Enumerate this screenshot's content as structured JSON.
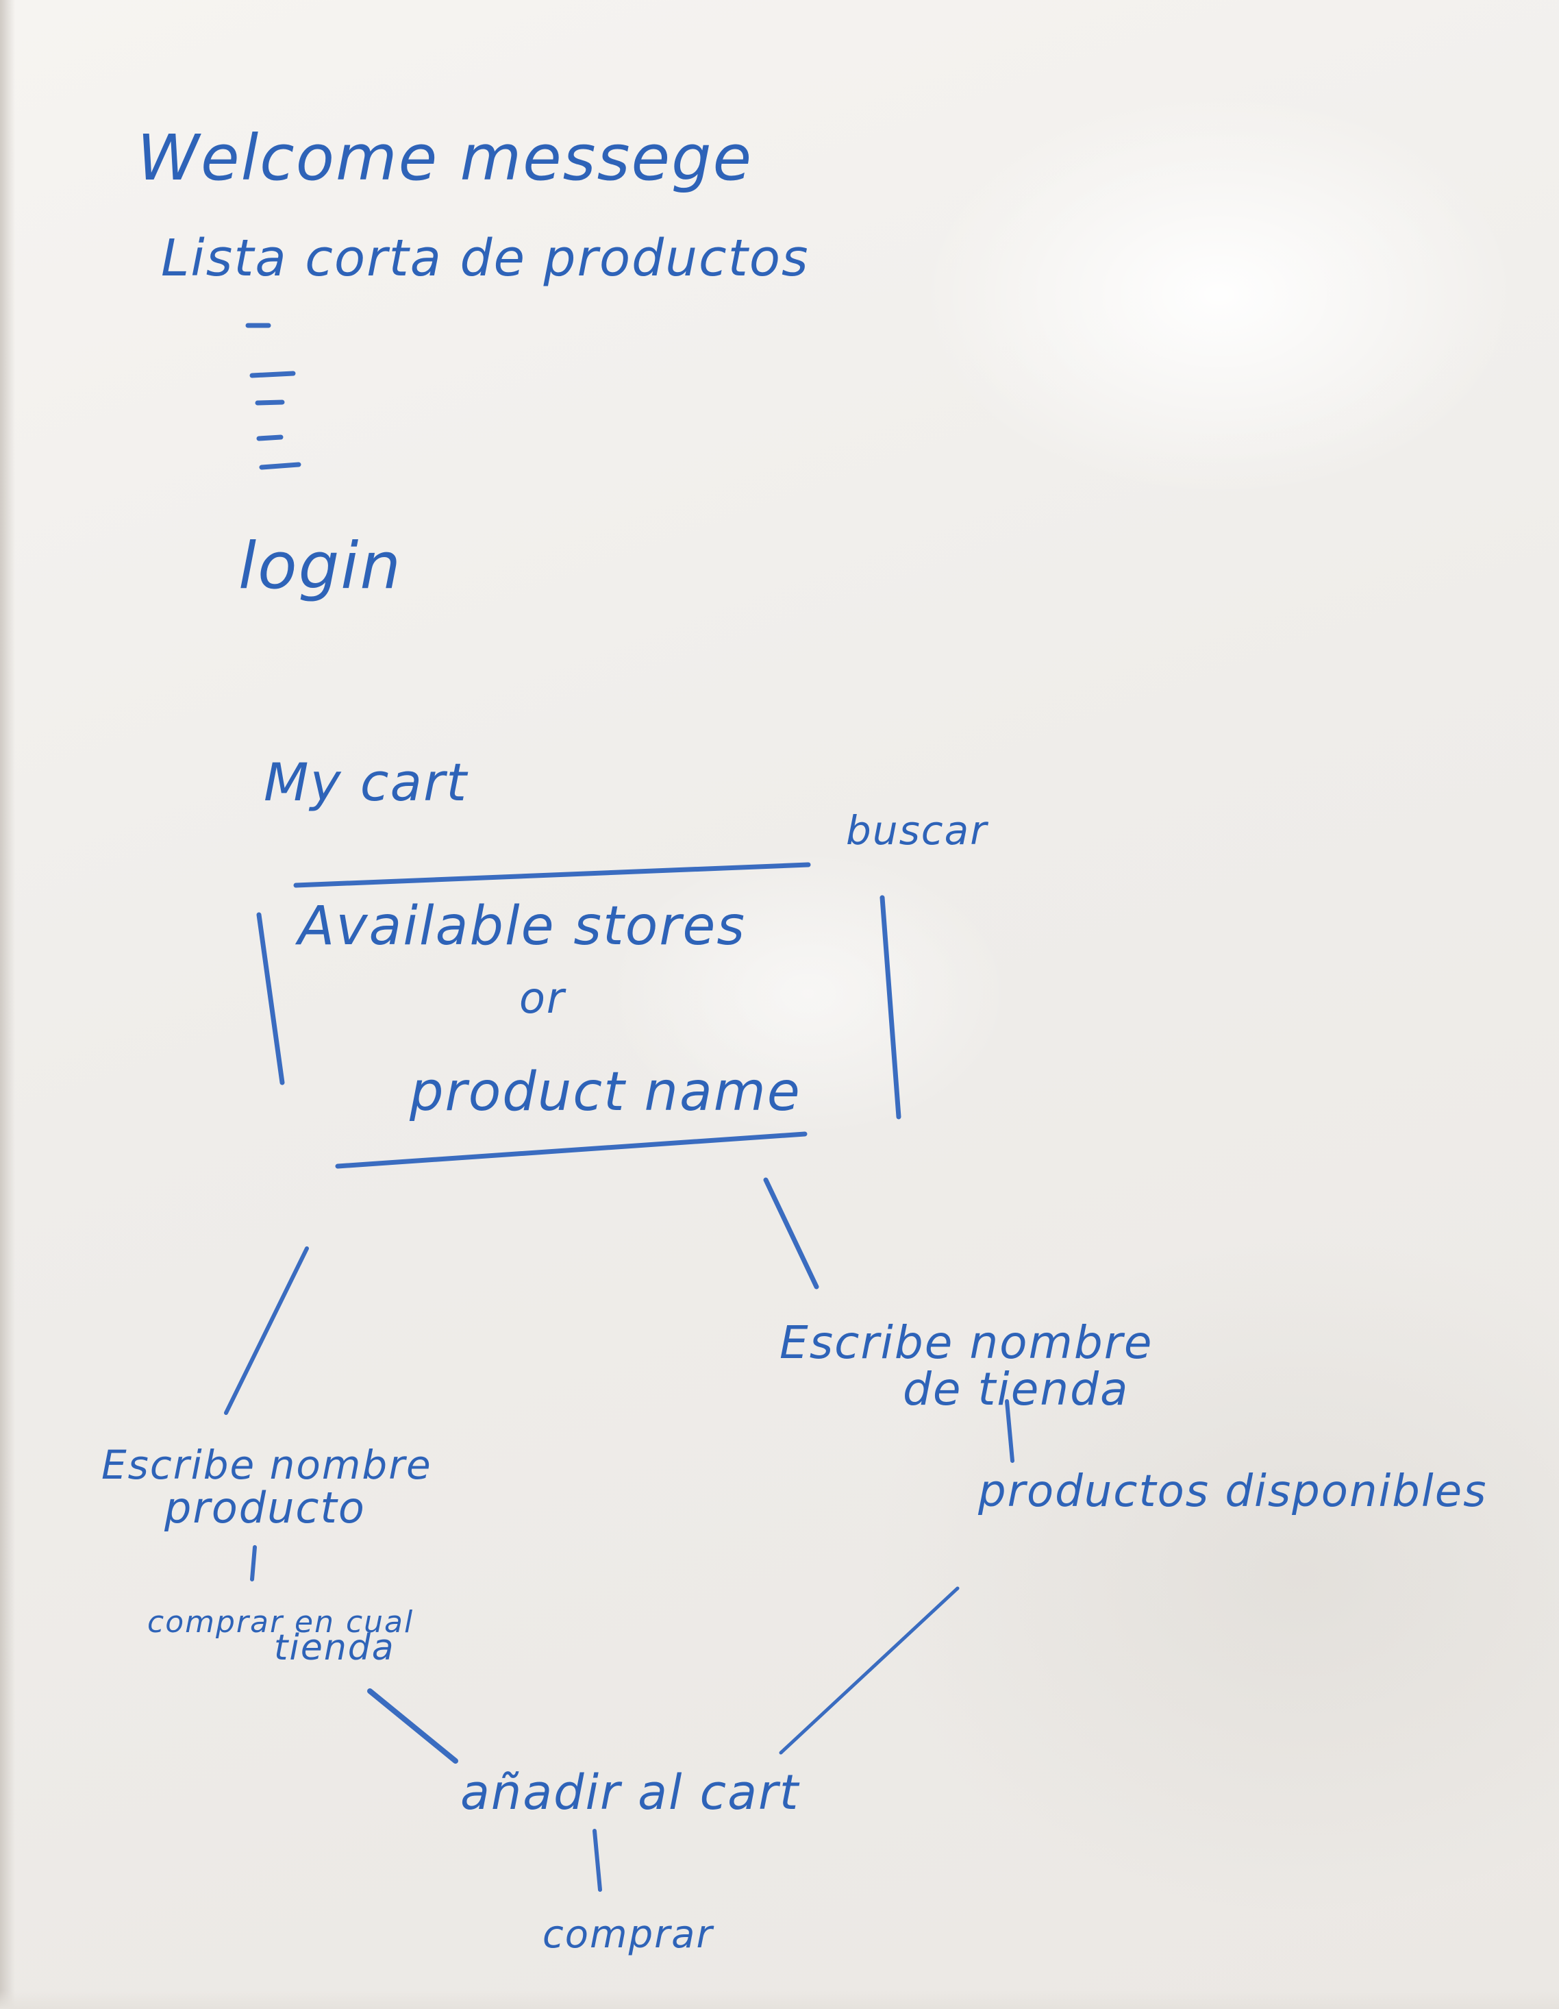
{
  "screen": {
    "welcome": "Welcome messege",
    "product_list_label": "Lista corta de productos",
    "login": "login",
    "cart": "My cart",
    "search_label": "buscar",
    "search_box": {
      "line1": "Available stores",
      "line2": "or",
      "line3": "product name"
    }
  },
  "flows": {
    "by_product": {
      "step1_line1": "Escribe nombre",
      "step1_line2": "producto",
      "step2_line1": "comprar en cual",
      "step2_line2": "tienda"
    },
    "by_store": {
      "step1_line1": "Escribe nombre",
      "step1_line2": "de tienda",
      "step2": "productos disponibles"
    },
    "add_to_cart": "añadir al cart",
    "buy": "comprar"
  },
  "colors": {
    "ink": "#2e63b8",
    "board": "#f1efec"
  }
}
